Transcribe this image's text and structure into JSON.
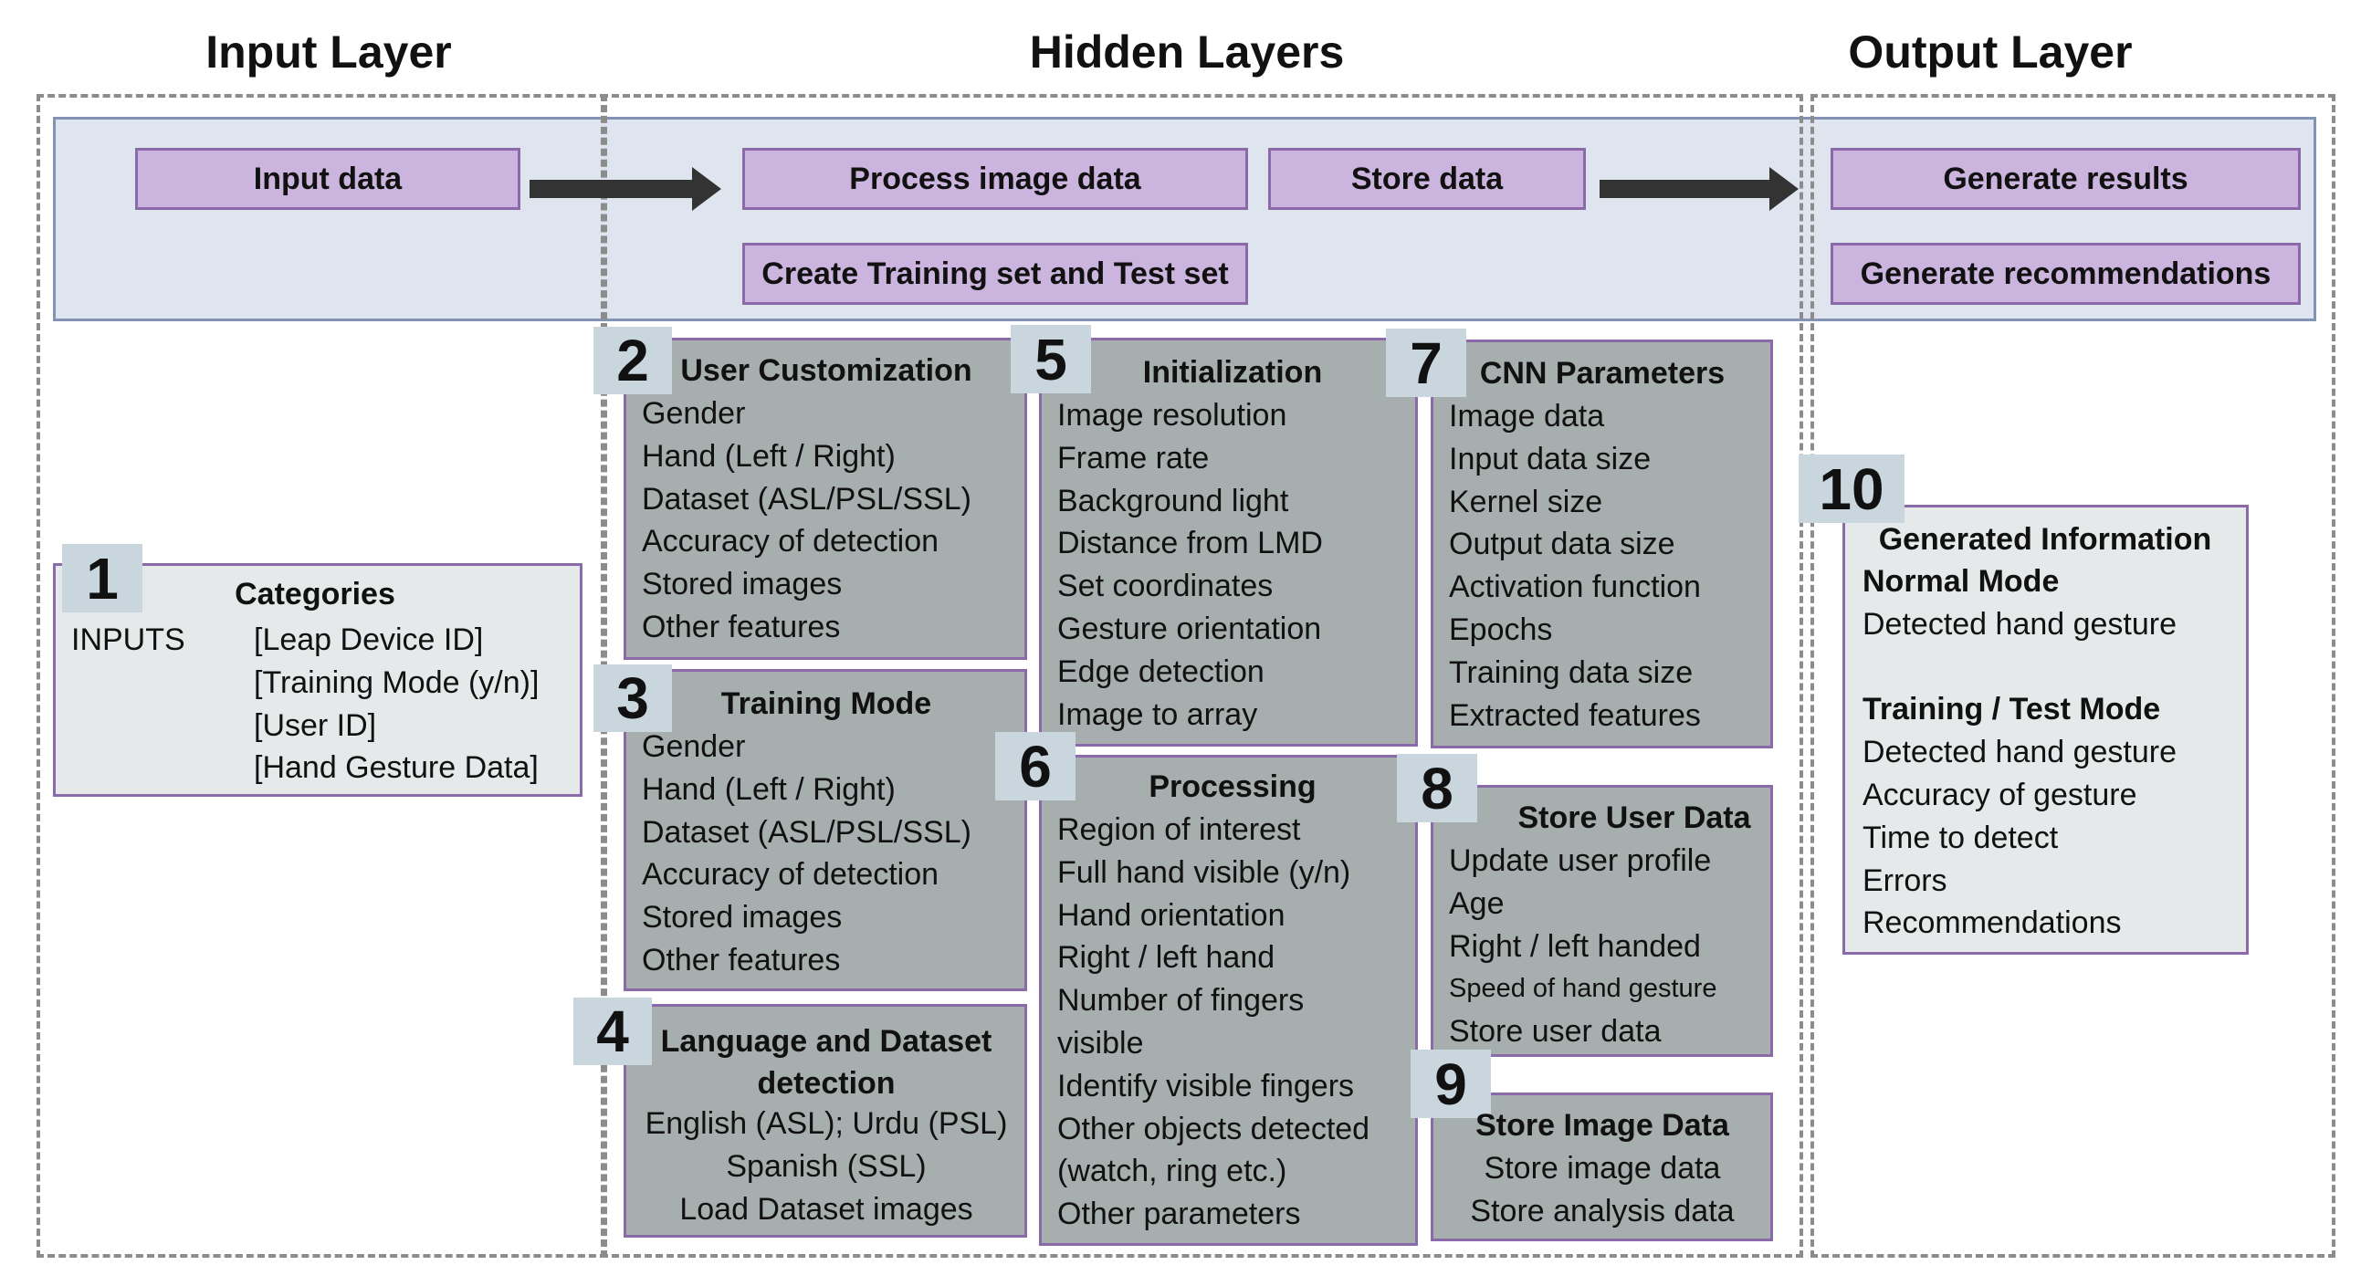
{
  "layers": {
    "input": "Input Layer",
    "hidden": "Hidden Layers",
    "output": "Output Layer"
  },
  "process": {
    "input_data": "Input data",
    "process_image": "Process image data",
    "store_data": "Store data",
    "create_sets": "Create Training set and Test set",
    "generate_results": "Generate results",
    "generate_recommendations": "Generate recommendations"
  },
  "boxes": {
    "b1": {
      "num": "1",
      "title": "Categories",
      "label": "INPUTS",
      "items": [
        "[Leap Device ID]",
        "[Training Mode (y/n)]",
        "[User ID]",
        "[Hand Gesture Data]"
      ]
    },
    "b2": {
      "num": "2",
      "title": "User Customization",
      "items": [
        "Gender",
        "Hand (Left / Right)",
        "Dataset (ASL/PSL/SSL)",
        "Accuracy of detection",
        "Stored images",
        "Other features"
      ]
    },
    "b3": {
      "num": "3",
      "title": "Training Mode",
      "items": [
        "Gender",
        "Hand (Left / Right)",
        "Dataset (ASL/PSL/SSL)",
        "Accuracy of detection",
        "Stored images",
        "Other features"
      ]
    },
    "b4": {
      "num": "4",
      "title_line1": "Language and Dataset",
      "title_line2": "detection",
      "items": [
        "English (ASL); Urdu (PSL)",
        "Spanish (SSL)",
        "Load Dataset images"
      ]
    },
    "b5": {
      "num": "5",
      "title": "Initialization",
      "items": [
        "Image resolution",
        "Frame rate",
        "Background light",
        "Distance from LMD",
        "Set coordinates",
        "Gesture orientation",
        "Edge detection",
        "Image to array"
      ]
    },
    "b6": {
      "num": "6",
      "title": "Processing",
      "items": [
        "Region of interest",
        "Full hand visible (y/n)",
        "Hand orientation",
        "Right / left hand",
        "Number of fingers",
        "visible",
        "Identify visible fingers",
        "Other objects detected",
        "(watch, ring etc.)",
        "Other parameters"
      ]
    },
    "b7": {
      "num": "7",
      "title": "CNN Parameters",
      "items": [
        "Image data",
        "Input data size",
        "Kernel size",
        "Output data size",
        "Activation function",
        "Epochs",
        "Training data size",
        "Extracted features"
      ]
    },
    "b8": {
      "num": "8",
      "title": "Store User Data",
      "items": [
        "Update user profile",
        "Age",
        "Right / left handed",
        "Speed of hand gesture",
        "Store user data"
      ]
    },
    "b9": {
      "num": "9",
      "title": "Store Image Data",
      "items": [
        "Store image data",
        "Store analysis data"
      ]
    },
    "b10": {
      "num": "10",
      "title": "Generated Information",
      "normal_title": "Normal Mode",
      "normal_items": [
        "Detected hand gesture"
      ],
      "training_title": "Training / Test Mode",
      "training_items": [
        "Detected hand gesture",
        "Accuracy of gesture",
        "Time to detect",
        "Errors",
        "Recommendations"
      ]
    }
  },
  "colors": {
    "process_box": "#cbb4dd",
    "band": "#dfe5ee",
    "panel_dark": "#a7aeae",
    "panel_light": "#e6e9ea",
    "badge": "#c9d6dd",
    "dash": "#8c8c8c"
  }
}
